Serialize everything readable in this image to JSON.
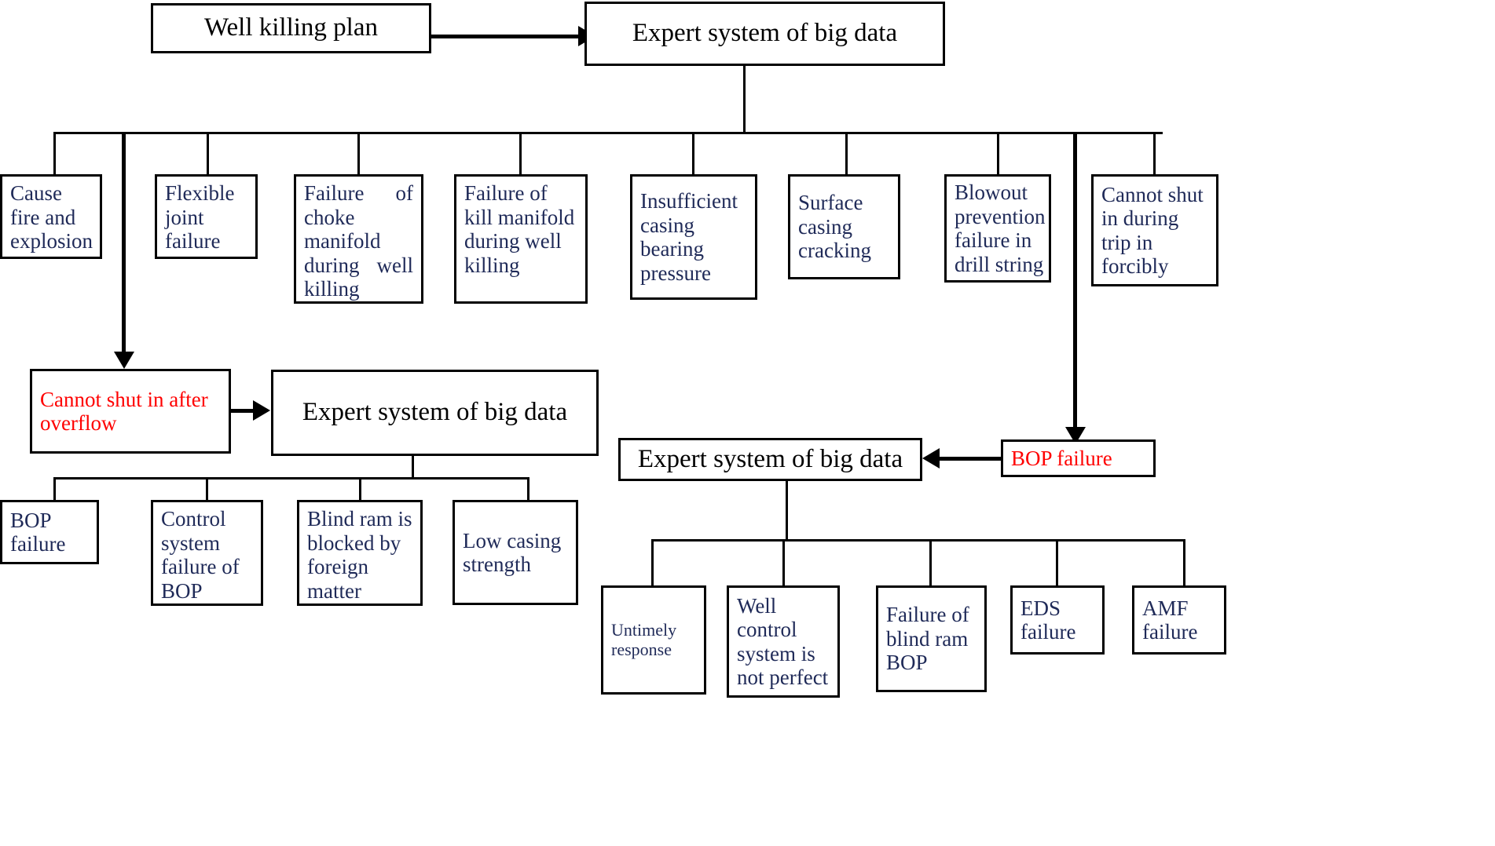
{
  "diagram": {
    "title_flow": "Well killing risk expert-system fault tree",
    "colors": {
      "box_border": "#000000",
      "leaf_text": "#1f2a58",
      "hub_text": "#000000",
      "highlight_text": "#ff0000",
      "background": "#ffffff"
    },
    "nodes": {
      "well_killing_plan": "Well killing plan",
      "expert_system_top": "Expert system of big data",
      "expert_system_mid": "Expert system of big data",
      "expert_system_bottom": "Expert system of big data",
      "cannot_shut_in_after_overflow": "Cannot shut in after overflow",
      "bop_failure_node": "BOP failure"
    },
    "top_children": [
      {
        "id": "cause-fire-and-explosion",
        "text": "Cause fire and explosion"
      },
      {
        "id": "flexible-joint-failure",
        "text": "Flexible joint failure"
      },
      {
        "id": "failure-of-choke-manifold",
        "text": "Failure of choke manifold during well killing"
      },
      {
        "id": "failure-of-kill-manifold",
        "text": "Failure of kill manifold during well killing"
      },
      {
        "id": "insufficient-casing-bearing-pressure",
        "text": "Insufficient casing bearing pressure"
      },
      {
        "id": "surface-casing-cracking",
        "text": "Surface casing cracking"
      },
      {
        "id": "blowout-prevention-failure",
        "text": "Blowout prevention failure in drill string"
      },
      {
        "id": "cannot-shut-in-during-trip-in",
        "text": "Cannot shut in during trip in forcibly"
      }
    ],
    "mid_children": [
      {
        "id": "bop-failure",
        "text": "BOP failure"
      },
      {
        "id": "control-system-failure-of-bop",
        "text": "Control system failure of BOP"
      },
      {
        "id": "blind-ram-blocked",
        "text": "Blind ram is blocked by foreign matter"
      },
      {
        "id": "low-casing-strength",
        "text": "Low casing strength"
      }
    ],
    "bottom_children": [
      {
        "id": "untimely-response",
        "text": "Untimely response"
      },
      {
        "id": "well-control-system-not-perfect",
        "text": "Well control system is not perfect"
      },
      {
        "id": "failure-of-blind-ram-bop",
        "text": "Failure of blind ram BOP"
      },
      {
        "id": "eds-failure",
        "text": "EDS failure"
      },
      {
        "id": "amf-failure",
        "text": "AMF failure"
      }
    ]
  }
}
